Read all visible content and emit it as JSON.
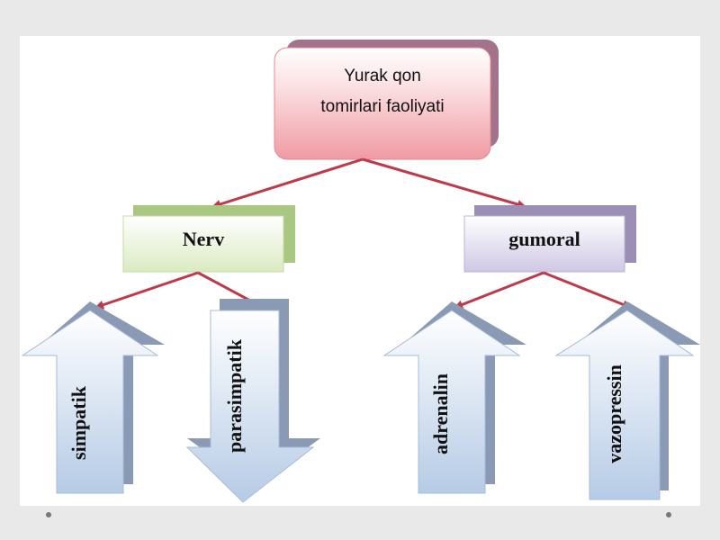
{
  "root": {
    "line1": "Yurak qon",
    "line2": "tomirlari faoliyati"
  },
  "branches": {
    "nerv": {
      "label": "Nerv"
    },
    "gumoral": {
      "label": "gumoral"
    }
  },
  "leaves": {
    "simpatik": "simpatik",
    "parasimpatik": "parasimpatik",
    "adrenalin": "adrenalin",
    "vazopressin": "vazopressin"
  },
  "colors": {
    "connector": "#c0394a",
    "root_fill": "#f4a9b0",
    "nerv_fill": "#e7f1d3",
    "gumoral_fill": "#ddd8ec",
    "arrow_fill": "#c9d8ec"
  }
}
